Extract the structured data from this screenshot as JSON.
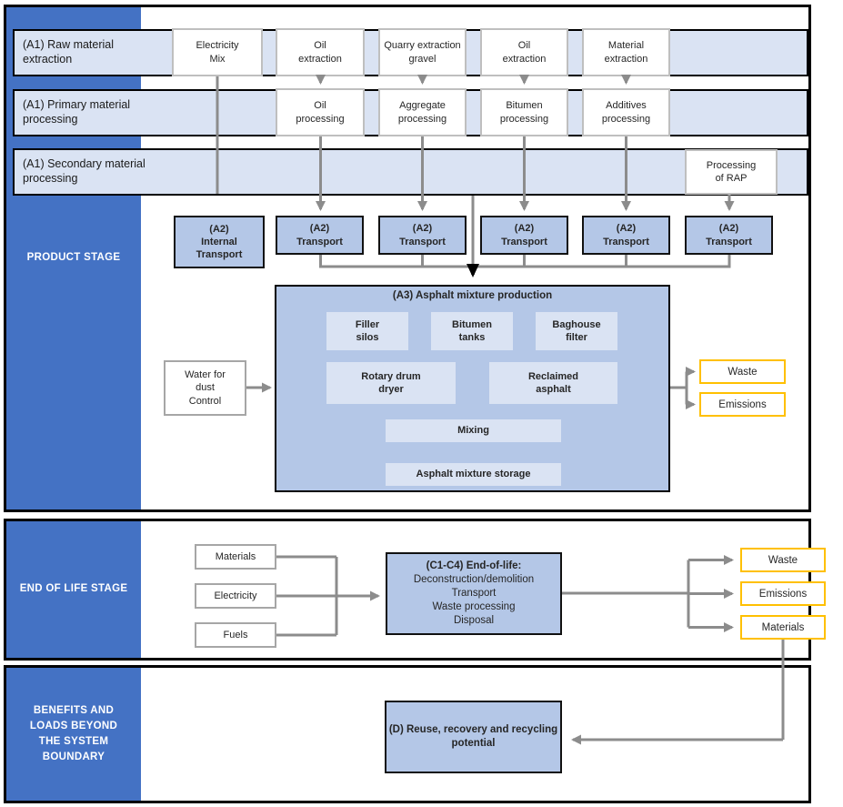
{
  "diagram": {
    "title": "Asphalt LCA system boundary diagram",
    "colors": {
      "sidebar_blue": "#4472C4",
      "band_light_blue": "#DAE3F3",
      "process_blue": "#B4C7E7",
      "inner_light_blue": "#DAE3F3",
      "output_border_yellow": "#FFC000",
      "connector_gray": "#8C8C8C",
      "merge_arrow_black": "#000000"
    },
    "sections": {
      "product": {
        "sidebar": "PRODUCT STAGE",
        "bands": [
          {
            "label": "(A1) Raw material\nextraction"
          },
          {
            "label": "(A1) Primary material\nprocessing"
          },
          {
            "label": "(A1) Secondary material\nprocessing"
          }
        ],
        "row1": [
          "Electricity\nMix",
          "Oil\nextraction",
          "Quarry extraction\ngravel",
          "Oil\nextraction",
          "Material\nextraction"
        ],
        "row2": [
          "Oil\nprocessing",
          "Aggregate\nprocessing",
          "Bitumen\nprocessing",
          "Additives\nprocessing"
        ],
        "rap": "Processing\nof RAP",
        "transport": [
          "(A2)\nInternal\nTransport",
          "(A2)\nTransport",
          "(A2)\nTransport",
          "(A2)\nTransport",
          "(A2)\nTransport",
          "(A2)\nTransport"
        ],
        "a3": {
          "title": "(A3) Asphalt mixture production",
          "units": [
            "Filler\nsilos",
            "Bitumen\ntanks",
            "Baghouse\nfilter",
            "Rotary drum\ndryer",
            "Reclaimed\nasphalt",
            "Mixing",
            "Asphalt mixture storage"
          ]
        },
        "water": "Water for\ndust\nControl",
        "outputs": [
          "Waste",
          "Emissions"
        ]
      },
      "eol": {
        "sidebar": "END OF LIFE STAGE",
        "inputs": [
          "Materials",
          "Electricity",
          "Fuels"
        ],
        "process": {
          "title": "(C1-C4) End-of-life:",
          "steps": [
            "Deconstruction/demolition",
            "Transport",
            "Waste processing",
            "Disposal"
          ]
        },
        "outputs": [
          "Waste",
          "Emissions",
          "Materials"
        ]
      },
      "benefits": {
        "sidebar": "BENEFITS AND\nLOADS BEYOND\nTHE SYSTEM\nBOUNDARY",
        "process": "(D) Reuse, recovery and recycling\npotential"
      }
    }
  }
}
